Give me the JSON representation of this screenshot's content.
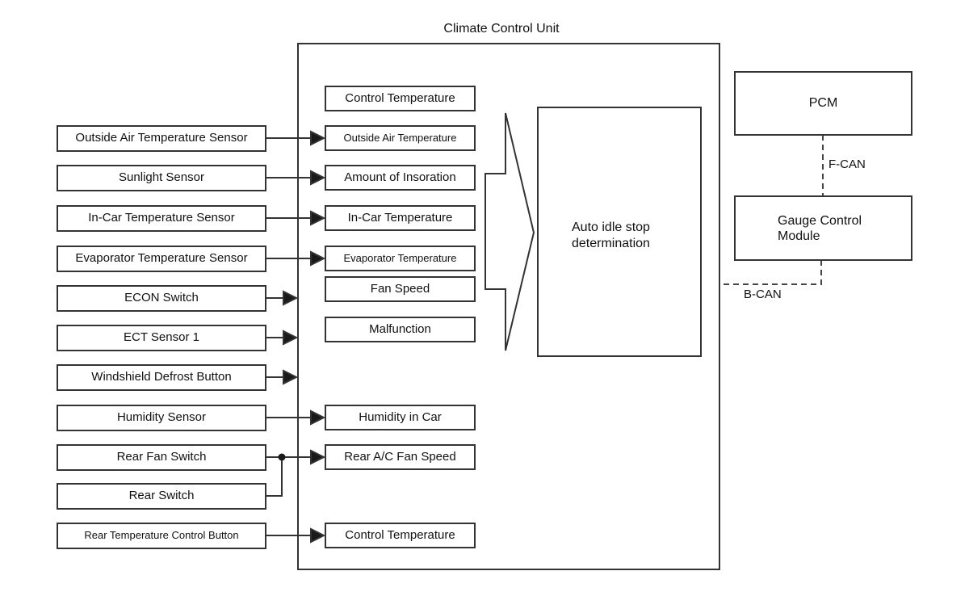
{
  "diagram": {
    "title": "Climate Control Unit",
    "inputs": [
      {
        "label": "Outside Air Temperature Sensor"
      },
      {
        "label": "Sunlight Sensor"
      },
      {
        "label": "In-Car Temperature Sensor"
      },
      {
        "label": "Evaporator Temperature Sensor"
      },
      {
        "label": "ECON Switch"
      },
      {
        "label": "ECT Sensor 1"
      },
      {
        "label": "Windshield Defrost Button"
      },
      {
        "label": "Humidity Sensor"
      },
      {
        "label": "Rear Fan Switch"
      },
      {
        "label": "Rear Switch"
      },
      {
        "label": "Rear Temperature Control Button"
      }
    ],
    "signals": [
      {
        "label": "Control Temperature"
      },
      {
        "label": "Outside Air Temperature"
      },
      {
        "label": "Amount of Insoration"
      },
      {
        "label": "In-Car Temperature"
      },
      {
        "label": "Evaporator Temperature"
      },
      {
        "label": "Fan Speed"
      },
      {
        "label": "Malfunction"
      },
      {
        "label": "Humidity in Car"
      },
      {
        "label": "Rear A/C Fan Speed"
      },
      {
        "label": "Control Temperature"
      }
    ],
    "determination": {
      "label": "Auto idle stop determination"
    },
    "pcm": {
      "label": "PCM"
    },
    "gauge_module": {
      "label": "Gauge Control Module"
    },
    "bus_labels": {
      "f_can": "F-CAN",
      "b_can": "B-CAN"
    },
    "colors": {
      "line": "#333333",
      "text": "#111111",
      "background": "#ffffff"
    }
  }
}
